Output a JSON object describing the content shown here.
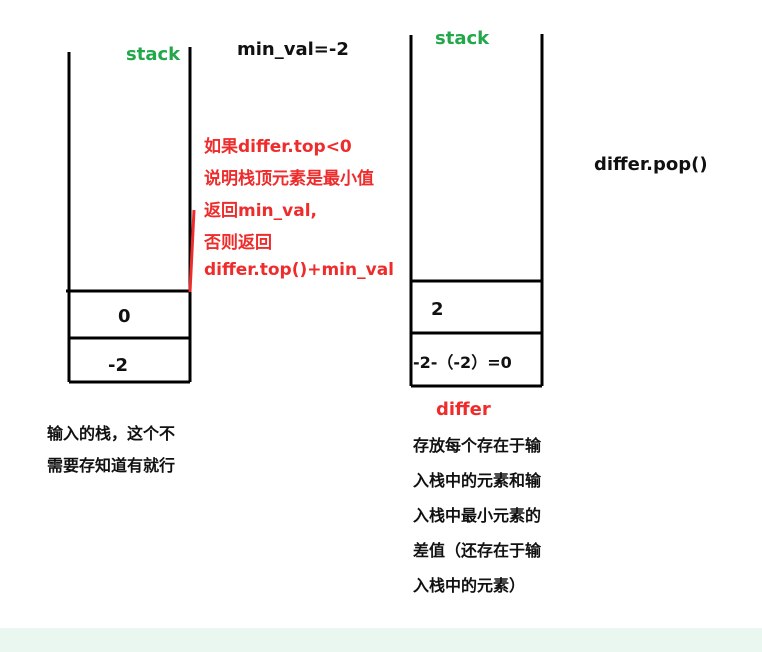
{
  "left": {
    "title": "stack",
    "cells": [
      "0",
      "-2"
    ],
    "caption_lines": [
      "输入的栈，这个不",
      "需要存知道有就行"
    ]
  },
  "min_val_label": "min_val=-2",
  "explanation_lines": [
    "如果differ.top<0",
    "说明栈顶元素是最小值",
    "返回min_val,",
    "否则返回",
    "differ.top()+min_val"
  ],
  "right": {
    "title": "stack",
    "cells": [
      "2",
      "-2-（-2）=0"
    ],
    "name": "differ",
    "caption_lines": [
      "存放每个存在于输",
      "入栈中的元素和输",
      "入栈中最小元素的",
      "差值（还存在于输",
      "入栈中的元素）"
    ]
  },
  "pop_label": "differ.pop()",
  "colors": {
    "green": "#22a84a",
    "red": "#ee2c2c",
    "black": "#111111",
    "footer": "#eaf7f1"
  }
}
